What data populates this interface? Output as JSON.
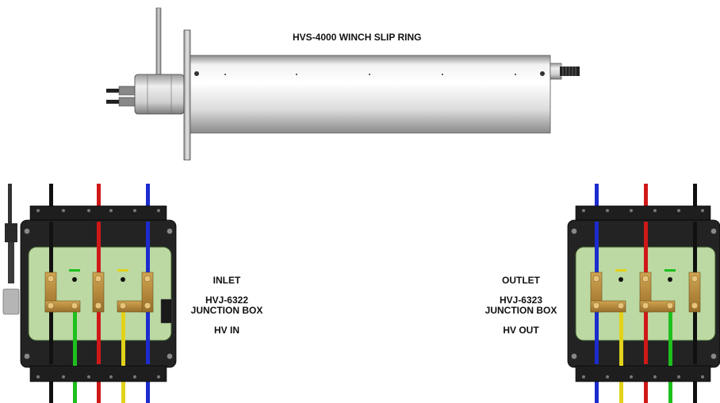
{
  "title": "HVS-4000 WINCH SLIP RING",
  "inlet": {
    "heading": "INLET",
    "model": "HVJ-6322",
    "type": "JUNCTION BOX",
    "signal": "HV IN"
  },
  "outlet": {
    "heading": "OUTLET",
    "model": "HVJ-6323",
    "type": "JUNCTION BOX",
    "signal": "HV OUT"
  },
  "colors": {
    "background": "#ffffff",
    "panel_green": "#bcd9a3",
    "brass": "#b5893d",
    "wire_black": "#111111",
    "wire_red": "#d01818",
    "wire_blue": "#1c2ccf",
    "wire_green": "#1ec01e",
    "wire_yellow": "#e2d21a"
  }
}
